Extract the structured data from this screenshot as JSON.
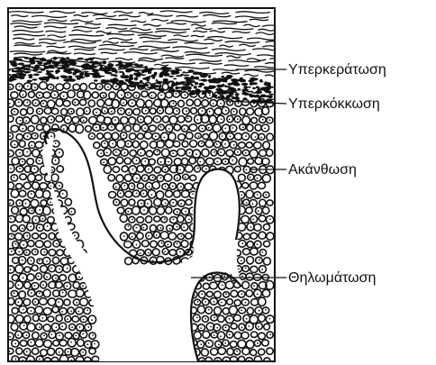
{
  "figure": {
    "labels": {
      "hyperkeratosis": "Υπερκεράτωση",
      "hypergranulosis": "Υπερκόκκωση",
      "acanthosis": "Ακάνθωση",
      "papillomatosis": "Θηλωμάτωση"
    },
    "colors": {
      "ink": "#111111",
      "background": "#ffffff"
    }
  }
}
